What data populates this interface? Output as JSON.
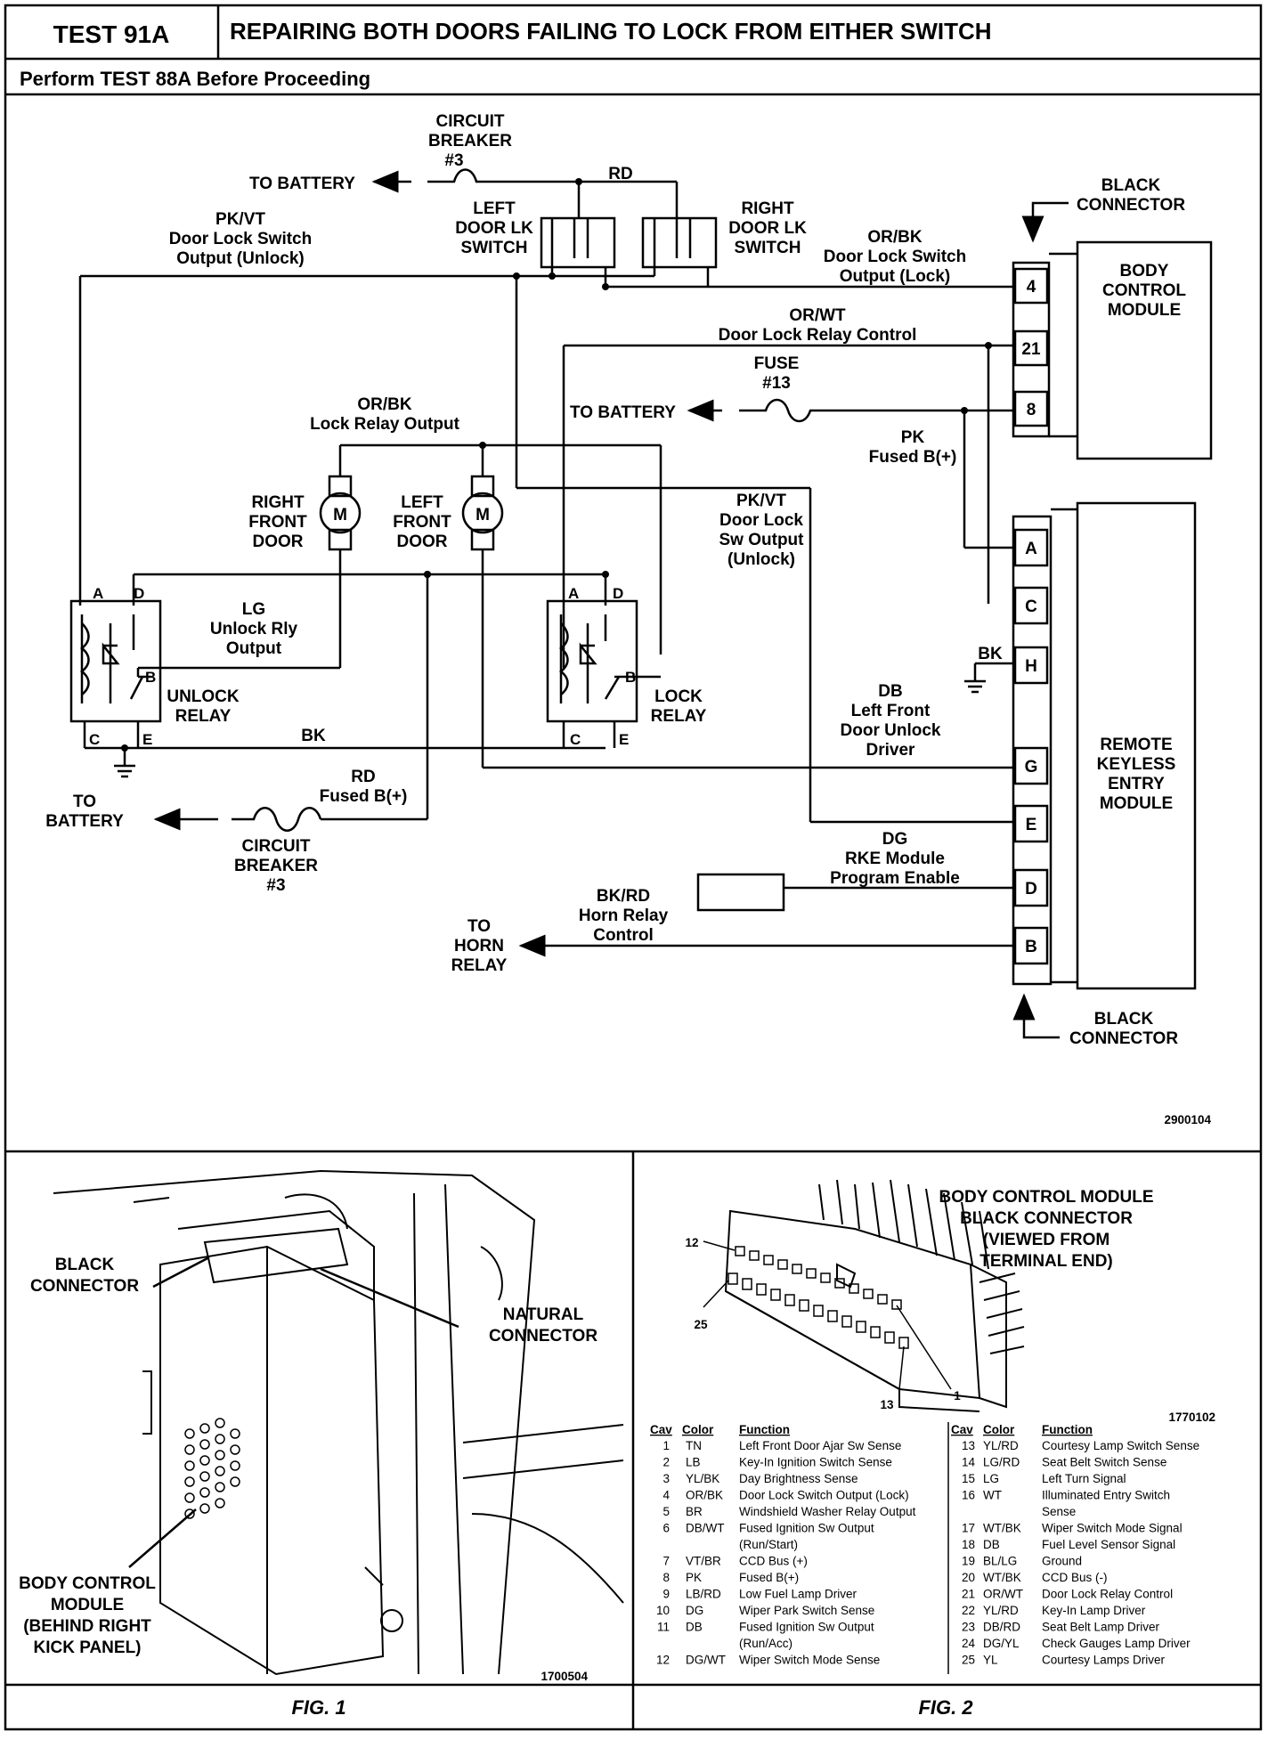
{
  "header": {
    "test_id": "TEST 91A",
    "title": "REPAIRING BOTH DOORS FAILING TO LOCK FROM EITHER SWITCH",
    "subtitle": "Perform TEST 88A Before Proceeding"
  },
  "schematic": {
    "cb_top": [
      "CIRCUIT",
      "BREAKER",
      "#3"
    ],
    "to_battery_top": "TO BATTERY",
    "rd_top": "RD",
    "left_switch": [
      "LEFT",
      "DOOR LK",
      "SWITCH"
    ],
    "right_switch": [
      "RIGHT",
      "DOOR LK",
      "SWITCH"
    ],
    "pkvt_unlock": [
      "PK/VT",
      "Door Lock Switch",
      "Output (Unlock)"
    ],
    "orbk_lock": [
      "OR/BK",
      "Door Lock Switch",
      "Output (Lock)"
    ],
    "black_connector_top": [
      "BLACK",
      "CONNECTOR"
    ],
    "bcm": [
      "BODY",
      "CONTROL",
      "MODULE"
    ],
    "bcm_pins": [
      "4",
      "21",
      "8"
    ],
    "orwt": [
      "OR/WT",
      "Door Lock Relay Control"
    ],
    "fuse13": [
      "FUSE",
      "#13"
    ],
    "to_battery_mid": "TO BATTERY",
    "pk_fused": [
      "PK",
      "Fused B(+)"
    ],
    "orbk_relay": [
      "OR/BK",
      "Lock Relay Output"
    ],
    "right_front_door": [
      "RIGHT",
      "FRONT",
      "DOOR"
    ],
    "left_front_door": [
      "LEFT",
      "FRONT",
      "DOOR"
    ],
    "motor_symbol": "M",
    "pkvt_sw": [
      "PK/VT",
      "Door Lock",
      "Sw Output",
      "(Unlock)"
    ],
    "lg_unlock": [
      "LG",
      "Unlock Rly",
      "Output"
    ],
    "unlock_relay": [
      "UNLOCK",
      "RELAY"
    ],
    "lock_relay": [
      "LOCK",
      "RELAY"
    ],
    "relay_pins": [
      "A",
      "D",
      "B",
      "C",
      "E"
    ],
    "bk_label": "BK",
    "bk_ground": "BK",
    "db_label": [
      "DB",
      "Left Front",
      "Door Unlock",
      "Driver"
    ],
    "rd_fused": [
      "RD",
      "Fused B(+)"
    ],
    "to_battery_bottom": [
      "TO",
      "BATTERY"
    ],
    "cb_bottom": [
      "CIRCUIT",
      "BREAKER",
      "#3"
    ],
    "dg_label": [
      "DG",
      "RKE Module",
      "Program Enable"
    ],
    "bkrd_label": [
      "BK/RD",
      "Horn Relay",
      "Control"
    ],
    "to_horn": [
      "TO",
      "HORN",
      "RELAY"
    ],
    "rke_pins": [
      "A",
      "C",
      "H",
      "G",
      "E",
      "D",
      "B"
    ],
    "rke": [
      "REMOTE",
      "KEYLESS",
      "ENTRY",
      "MODULE"
    ],
    "black_connector_bottom": [
      "BLACK",
      "CONNECTOR"
    ],
    "diagram_id": "2900104"
  },
  "fig1": {
    "black_connector": [
      "BLACK",
      "CONNECTOR"
    ],
    "natural_connector": [
      "NATURAL",
      "CONNECTOR"
    ],
    "bcm": [
      "BODY CONTROL",
      "MODULE",
      "(BEHIND RIGHT",
      "KICK PANEL)"
    ],
    "image_id": "1700504",
    "caption": "FIG. 1"
  },
  "fig2": {
    "title": [
      "BODY CONTROL MODULE",
      "BLACK CONNECTOR",
      "(VIEWED FROM",
      "TERMINAL END)"
    ],
    "pin_labels": [
      "12",
      "25",
      "13",
      "1"
    ],
    "image_id": "1770102",
    "caption": "FIG. 2",
    "headers": [
      "Cav",
      "Color",
      "Function"
    ],
    "left_rows": [
      [
        "1",
        "TN",
        "Left Front Door Ajar Sw Sense"
      ],
      [
        "2",
        "LB",
        "Key-In Ignition Switch Sense"
      ],
      [
        "3",
        "YL/BK",
        "Day Brightness Sense"
      ],
      [
        "4",
        "OR/BK",
        "Door Lock Switch Output (Lock)"
      ],
      [
        "5",
        "BR",
        "Windshield Washer Relay Output"
      ],
      [
        "6",
        "DB/WT",
        "Fused Ignition Sw Output"
      ],
      [
        "",
        "",
        "(Run/Start)"
      ],
      [
        "7",
        "VT/BR",
        "CCD Bus (+)"
      ],
      [
        "8",
        "PK",
        "Fused B(+)"
      ],
      [
        "9",
        "LB/RD",
        "Low Fuel Lamp Driver"
      ],
      [
        "10",
        "DG",
        "Wiper Park Switch Sense"
      ],
      [
        "11",
        "DB",
        "Fused Ignition Sw Output"
      ],
      [
        "",
        "",
        "(Run/Acc)"
      ],
      [
        "12",
        "DG/WT",
        "Wiper Switch Mode Sense"
      ]
    ],
    "right_rows": [
      [
        "13",
        "YL/RD",
        "Courtesy Lamp Switch Sense"
      ],
      [
        "14",
        "LG/RD",
        "Seat Belt Switch Sense"
      ],
      [
        "15",
        "LG",
        "Left Turn Signal"
      ],
      [
        "16",
        "WT",
        "Illuminated Entry Switch"
      ],
      [
        "",
        "",
        "Sense"
      ],
      [
        "17",
        "WT/BK",
        "Wiper Switch Mode Signal"
      ],
      [
        "18",
        "DB",
        "Fuel Level Sensor Signal"
      ],
      [
        "19",
        "BL/LG",
        "Ground"
      ],
      [
        "20",
        "WT/BK",
        "CCD Bus (-)"
      ],
      [
        "21",
        "OR/WT",
        "Door Lock Relay Control"
      ],
      [
        "22",
        "YL/RD",
        "Key-In Lamp Driver"
      ],
      [
        "23",
        "DB/RD",
        "Seat Belt Lamp Driver"
      ],
      [
        "24",
        "DG/YL",
        "Check Gauges Lamp Driver"
      ],
      [
        "25",
        "YL",
        "Courtesy Lamps Driver"
      ]
    ]
  }
}
